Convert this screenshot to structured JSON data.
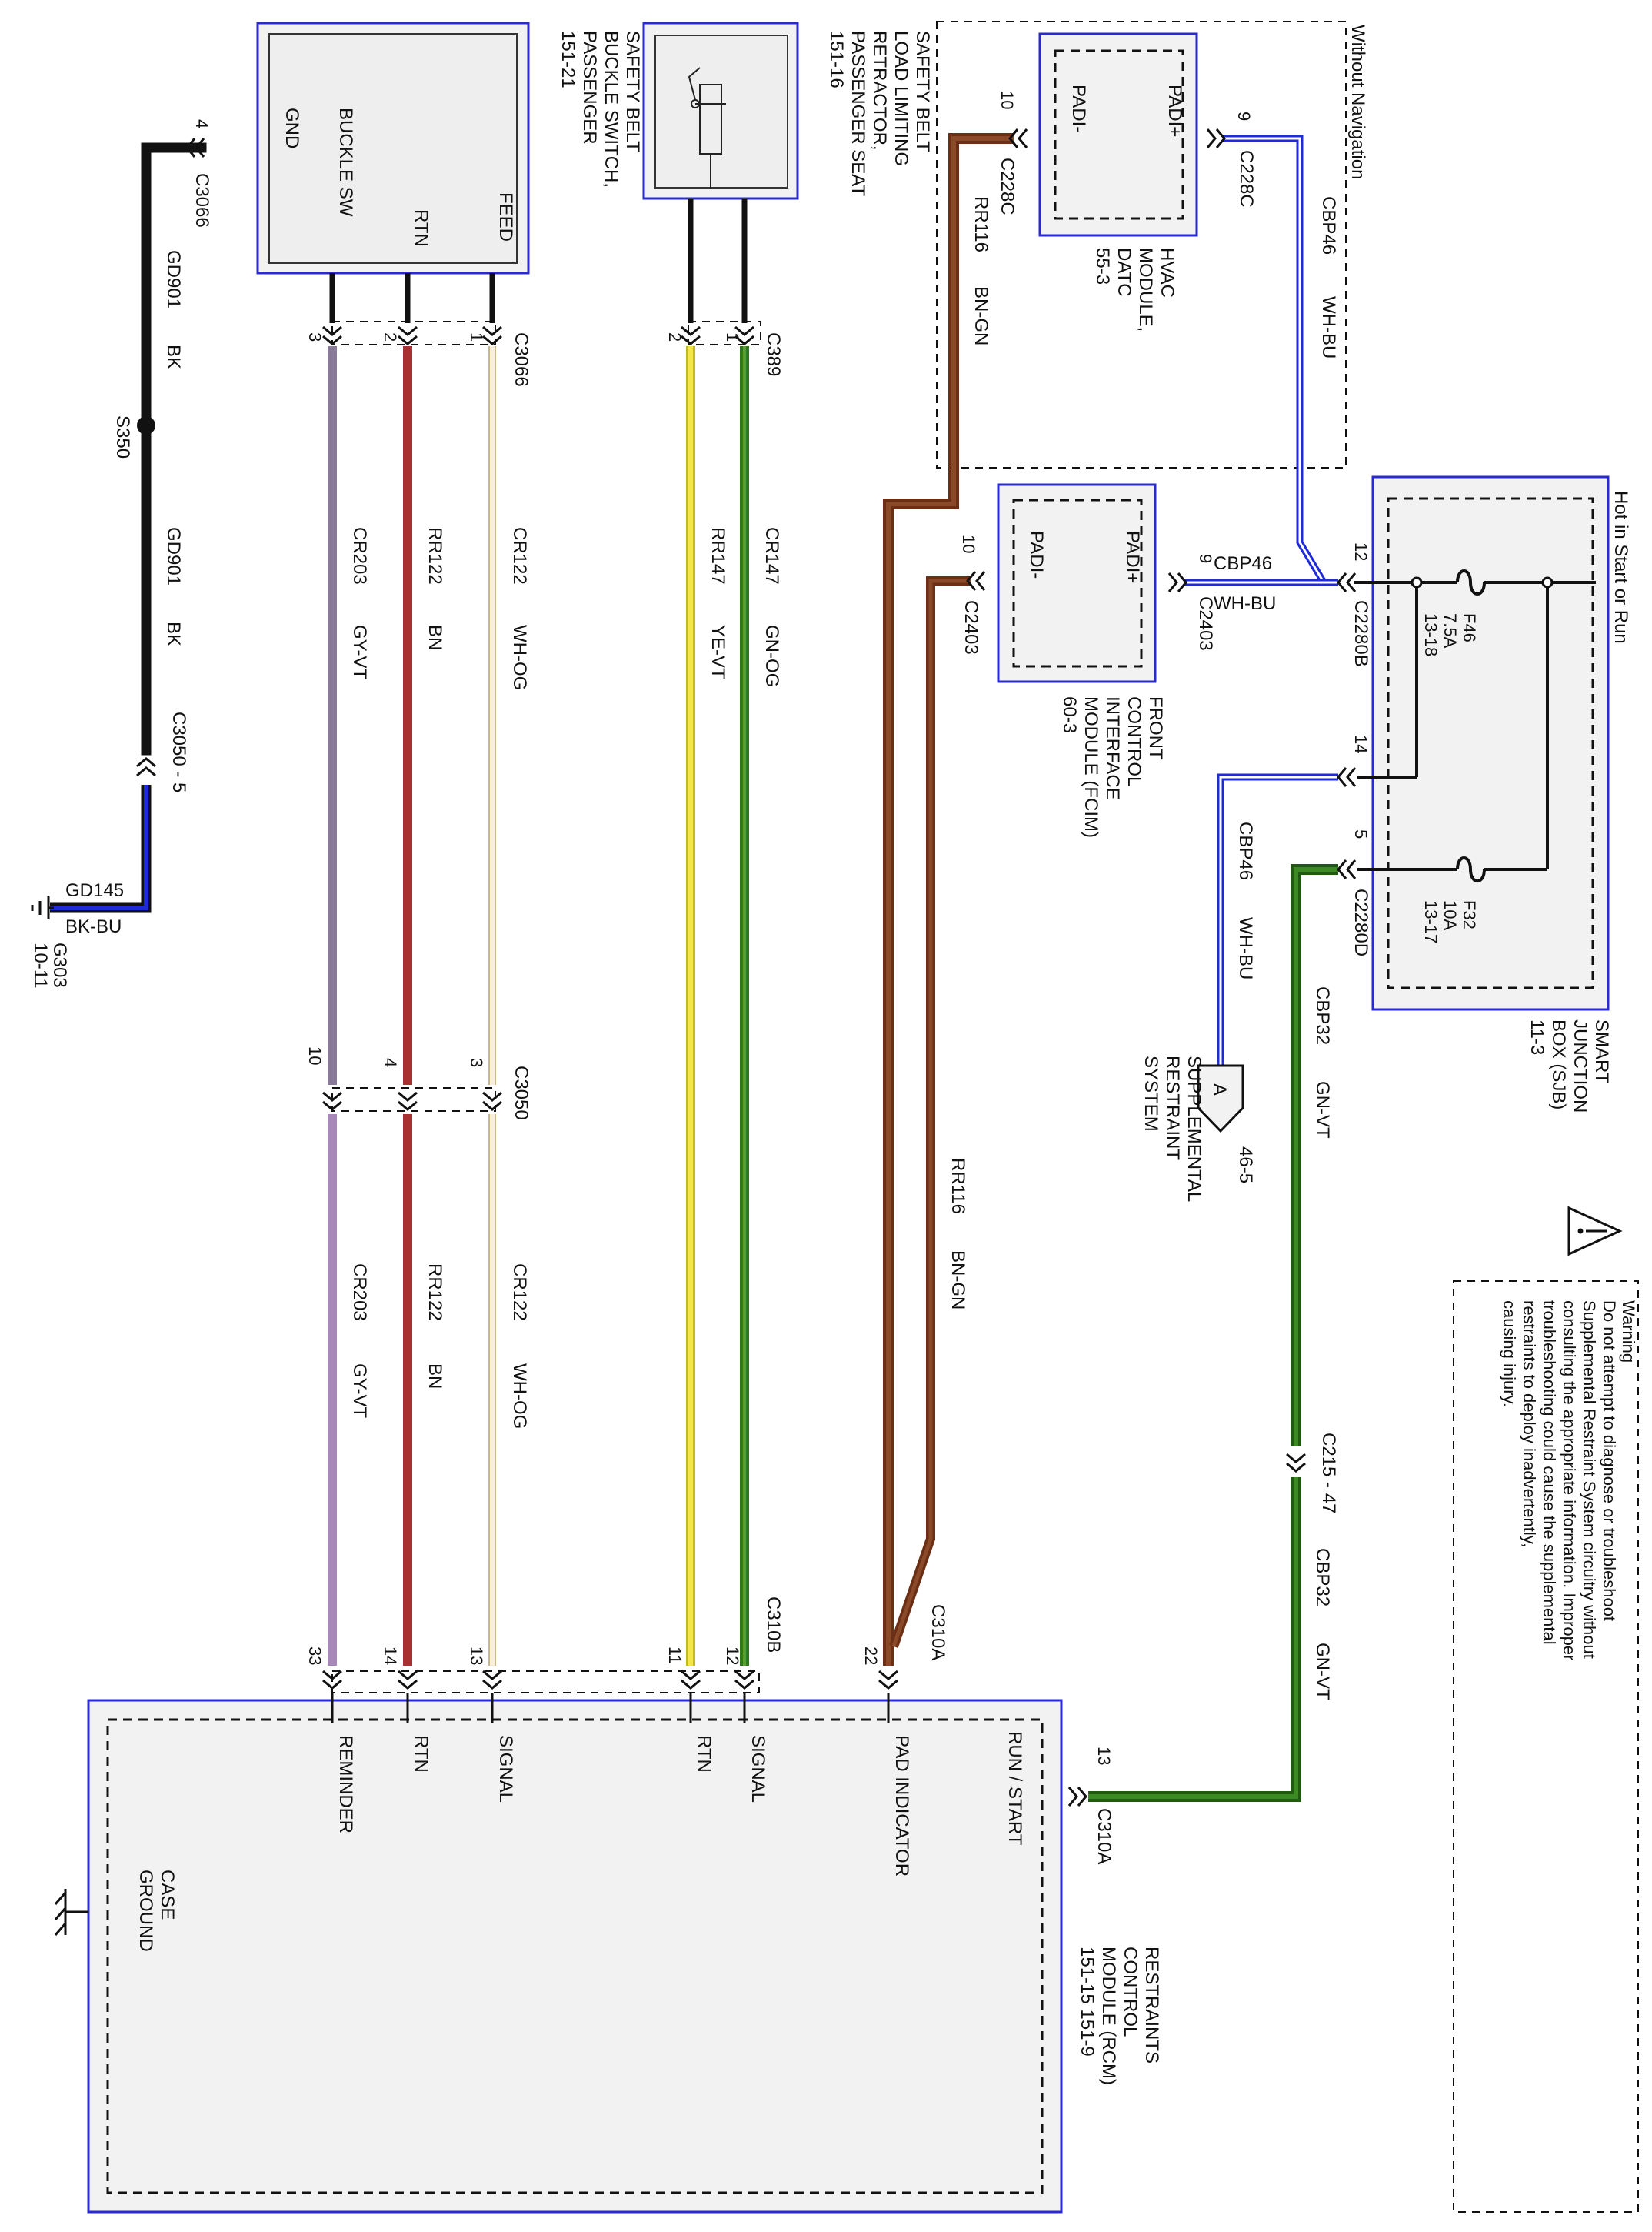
{
  "header": {
    "without_navigation": "Without Navigation",
    "hot_in_start_or_run": "Hot in Start or Run"
  },
  "components": {
    "buckle_switch": {
      "name": [
        "SAFETY BELT",
        "BUCKLE SWITCH,",
        "PASSENGER",
        "151-21"
      ],
      "pins": [
        "FEED",
        "RTN",
        "BUCKLE SW",
        "GND"
      ]
    },
    "retractor": {
      "name": [
        "SAFETY BELT",
        "LOAD LIMITING",
        "RETRACTOR,",
        "PASSENGER SEAT",
        "151-16"
      ]
    },
    "hvac": {
      "name": [
        "HVAC",
        "MODULE,",
        "DATC",
        "55-3"
      ],
      "pins": [
        "PADI+",
        "PADI-"
      ]
    },
    "fcim": {
      "name": [
        "FRONT",
        "CONTROL",
        "INTERFACE",
        "MODULE (FCIM)",
        "60-3"
      ],
      "pins": [
        "PADI+",
        "PADI-"
      ]
    },
    "sjb": {
      "name": [
        "SMART",
        "JUNCTION",
        "BOX (SJB)",
        "11-3"
      ],
      "fuses": [
        {
          "id": "F46",
          "rating": "7.5A",
          "ref": "13-18"
        },
        {
          "id": "F32",
          "rating": "10A",
          "ref": "13-17"
        }
      ]
    },
    "rcm": {
      "name": [
        "RESTRAINTS",
        "CONTROL",
        "MODULE (RCM)",
        "151-15  151-9"
      ],
      "pins": [
        "RUN / START",
        "PAD INDICATOR",
        "SIGNAL",
        "RTN",
        "SIGNAL",
        "RTN",
        "REMINDER"
      ],
      "case_ground": [
        "CASE",
        "GROUND"
      ]
    },
    "srs_ref": {
      "letter": "A",
      "name": [
        "SUPPLEMENTAL",
        "RESTRAINT",
        "SYSTEM"
      ],
      "page": "46-5"
    },
    "ground": {
      "id": "G303",
      "page": "10-11"
    },
    "splice": "S350"
  },
  "connectors": {
    "c3066": "C3066",
    "c389": "C389",
    "c3050": "C3050",
    "c3050_5": "C3050 - 5",
    "c310b": "C310B",
    "c310a": "C310A",
    "c228c": "C228C",
    "c2403": "C2403",
    "c2280b": "C2280B",
    "c2280d": "C2280D",
    "c215_47": "C215 - 47"
  },
  "pins": {
    "p1": "1",
    "p2": "2",
    "p3": "3",
    "p4": "4",
    "p5": "5",
    "p9": "9",
    "p10": "10",
    "p11": "11",
    "p12": "12",
    "p13": "13",
    "p14": "14",
    "p22": "22",
    "p33": "33"
  },
  "circuits": {
    "gd901": "GD901",
    "bk": "BK",
    "gd145": "GD145",
    "bk_bu": "BK-BU",
    "cr122": "CR122",
    "wh_og": "WH-OG",
    "rr122": "RR122",
    "bn": "BN",
    "cr203": "CR203",
    "gy_vt": "GY-VT",
    "cr147": "CR147",
    "gn_og": "GN-OG",
    "rr147": "RR147",
    "ye_vt": "YE-VT",
    "rr116": "RR116",
    "bn_gn": "BN-GN",
    "cbp46": "CBP46",
    "wh_bu": "WH-BU",
    "cbp32": "CBP32",
    "gn_vt": "GN-VT"
  },
  "warning": {
    "title": "Warning",
    "lines": [
      "Do not attempt to diagnose or troubleshoot",
      "Supplemental Restraint System circuitry without",
      "consulting the appropriate information. Improper",
      "troubleshooting could cause the supplemental",
      "restraints to deploy inadvertently,",
      "causing injury."
    ]
  },
  "colors": {
    "module_border": "#2a2ad0",
    "module_fill": "#f2f2f2",
    "black": "#111111",
    "brown": "#7a3a1a",
    "green": "#2f7a1a",
    "red": "#a83030",
    "yellow": "#e8d832",
    "white_og": "#f1e7c8",
    "gray_vt": "#8a7a9a",
    "blue": "#1f2ad8"
  }
}
